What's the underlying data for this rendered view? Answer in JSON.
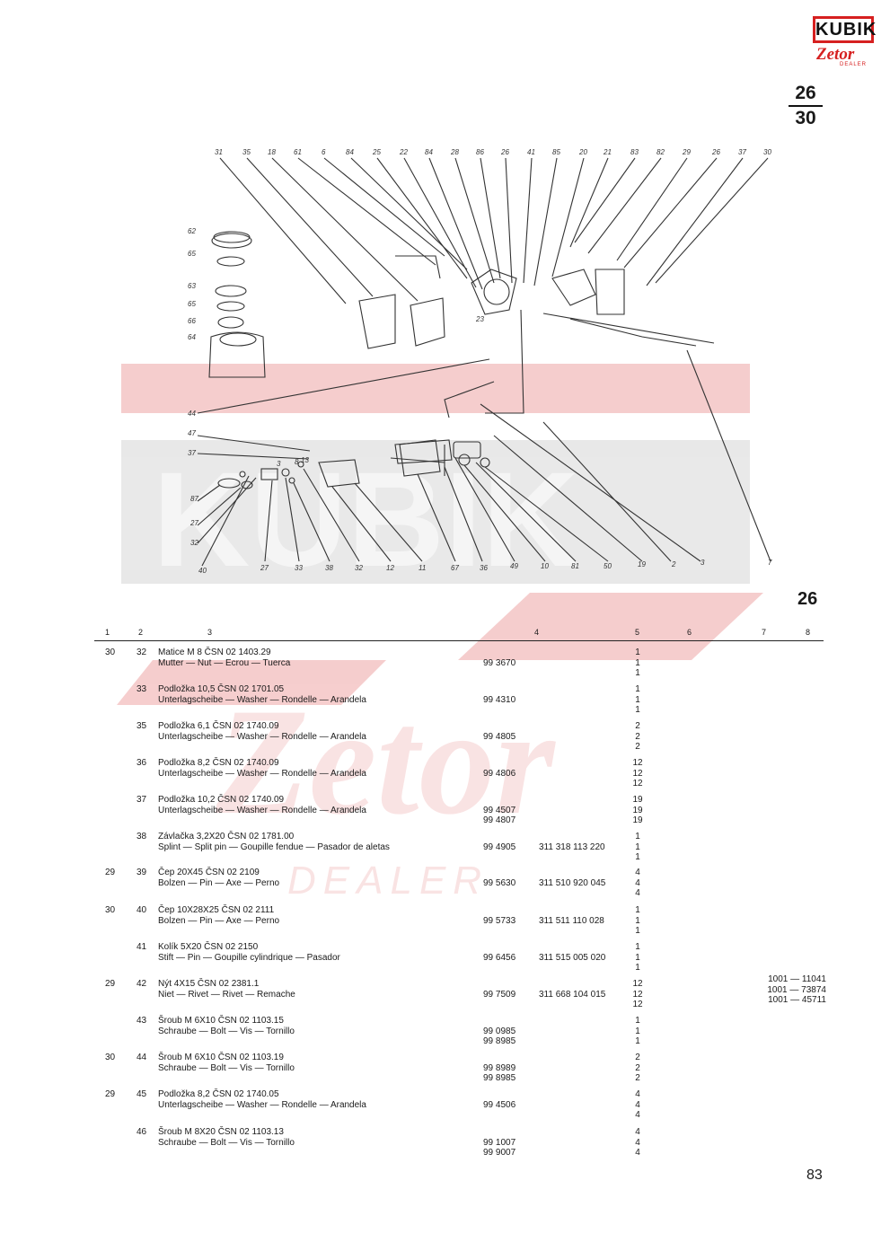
{
  "logo": {
    "brand": "KUBIK",
    "sub": "Zetor",
    "tag": "DEALER"
  },
  "page_ref": {
    "top": "26",
    "bottom": "30"
  },
  "watermark": {
    "brand": "KUBIK",
    "sub": "Zetor",
    "tag": "DEALER"
  },
  "diagram": {
    "top_callouts": [
      "31",
      "35",
      "18",
      "61",
      "6",
      "84",
      "25",
      "22",
      "84",
      "28",
      "86",
      "26",
      "41",
      "85",
      "20",
      "21",
      "83",
      "82",
      "29",
      "26",
      "37",
      "30"
    ],
    "left_callouts": [
      "62",
      "65",
      "63",
      "65",
      "66",
      "64",
      "44",
      "47",
      "37",
      "87",
      "27",
      "32",
      "40"
    ],
    "bottom_callouts": [
      "27",
      "33",
      "38",
      "32",
      "12",
      "11",
      "67",
      "36",
      "49",
      "10",
      "81",
      "50",
      "19",
      "2",
      "3",
      "7"
    ],
    "inner_callouts": [
      "3",
      "8",
      "13",
      "23"
    ]
  },
  "figure_number": "26",
  "table": {
    "headers": [
      "1",
      "2",
      "3",
      "4",
      "5",
      "6",
      "7",
      "8"
    ],
    "rows": [
      {
        "c1": "30",
        "c2": "32",
        "name": "Matice M 8   ČSN 02 1403.29",
        "desc": "Mutter — Nut — Ecrou — Tuerca",
        "num1": [
          "99 3670"
        ],
        "num2": [],
        "qty": [
          "1",
          "1",
          "1"
        ],
        "serial": []
      },
      {
        "c1": "",
        "c2": "33",
        "name": "Podložka 10,5   ČSN 02 1701.05",
        "desc": "Unterlagscheibe — Washer — Rondelle — Arandela",
        "num1": [
          "99 4310"
        ],
        "num2": [],
        "qty": [
          "1",
          "1",
          "1"
        ],
        "serial": []
      },
      {
        "c1": "",
        "c2": "35",
        "name": "Podložka 6,1   ČSN 02 1740.09",
        "desc": "Unterlagscheibe — Washer — Rondelle — Arandela",
        "num1": [
          "99 4805"
        ],
        "num2": [],
        "qty": [
          "2",
          "2",
          "2"
        ],
        "serial": []
      },
      {
        "c1": "",
        "c2": "36",
        "name": "Podložka 8,2   ČSN 02 1740.09",
        "desc": "Unterlagscheibe — Washer — Rondelle — Arandela",
        "num1": [
          "99 4806"
        ],
        "num2": [],
        "qty": [
          "12",
          "12",
          "12"
        ],
        "serial": []
      },
      {
        "c1": "",
        "c2": "37",
        "name": "Podložka 10,2   ČSN 02 1740.09",
        "desc": "Unterlagscheibe — Washer — Rondelle — Arandela",
        "num1": [
          "99 4507",
          "99 4807"
        ],
        "num2": [],
        "qty": [
          "19",
          "19",
          "19"
        ],
        "serial": []
      },
      {
        "c1": "",
        "c2": "38",
        "name": "Závlačka 3,2X20   ČSN 02 1781.00",
        "desc": "Splint — Split pin — Goupille fendue — Pasador de aletas",
        "num1": [
          "99 4905"
        ],
        "num2": [
          "311 318 113 220"
        ],
        "qty": [
          "1",
          "1",
          "1"
        ],
        "serial": []
      },
      {
        "c1": "29",
        "c2": "39",
        "name": "Čep 20X45   ČSN 02 2109",
        "desc": "Bolzen — Pin — Axe — Perno",
        "num1": [
          "99 5630"
        ],
        "num2": [
          "311 510 920 045"
        ],
        "qty": [
          "4",
          "4",
          "4"
        ],
        "serial": []
      },
      {
        "c1": "30",
        "c2": "40",
        "name": "Čep 10X28X25   ČSN   02 2111",
        "desc": "Bolzen — Pin — Axe — Perno",
        "num1": [
          "99 5733"
        ],
        "num2": [
          "311 511 110 028"
        ],
        "qty": [
          "1",
          "1",
          "1"
        ],
        "serial": []
      },
      {
        "c1": "",
        "c2": "41",
        "name": "Kolík 5X20   ČSN 02 2150",
        "desc": "Stift — Pin — Goupille cylindrique — Pasador",
        "num1": [
          "99 6456"
        ],
        "num2": [
          "311 515 005 020"
        ],
        "qty": [
          "1",
          "1",
          "1"
        ],
        "serial": []
      },
      {
        "c1": "29",
        "c2": "42",
        "name": "Nýt 4X15   ČSN 02 2381.1",
        "desc": "Niet — Rivet — Rivet — Remache",
        "num1": [
          "99 7509"
        ],
        "num2": [
          "311 668 104 015"
        ],
        "qty": [
          "12",
          "12",
          "12"
        ],
        "serial": [
          "1001 — 11041",
          "1001 — 73874",
          "1001 — 45711"
        ]
      },
      {
        "c1": "",
        "c2": "43",
        "name": "Šroub M 6X10   ČSN 02 1103.15",
        "desc": "Schraube — Bolt — Vis — Tornillo",
        "num1": [
          "99 0985",
          "99 8985"
        ],
        "num2": [],
        "qty": [
          "1",
          "1",
          "1"
        ],
        "serial": []
      },
      {
        "c1": "30",
        "c2": "44",
        "name": "Šroub M 6X10   ČSN 02 1103.19",
        "desc": "Schraube — Bolt — Vis — Tornillo",
        "num1": [
          "99 8989",
          "99 8985"
        ],
        "num2": [],
        "qty": [
          "2",
          "2",
          "2"
        ],
        "serial": []
      },
      {
        "c1": "29",
        "c2": "45",
        "name": "Podložka 8,2   ČSN 02 1740.05",
        "desc": "Unterlagscheibe — Washer — Rondelle — Arandela",
        "num1": [
          "99 4506"
        ],
        "num2": [],
        "qty": [
          "4",
          "4",
          "4"
        ],
        "serial": []
      },
      {
        "c1": "",
        "c2": "46",
        "name": "Šroub M 8X20   ČSN 02 1103.13",
        "desc": "Schraube — Bolt — Vis — Tornillo",
        "num1": [
          "99 1007",
          "99 9007"
        ],
        "num2": [],
        "qty": [
          "4",
          "4",
          "4"
        ],
        "serial": []
      }
    ]
  },
  "page_number": "83"
}
